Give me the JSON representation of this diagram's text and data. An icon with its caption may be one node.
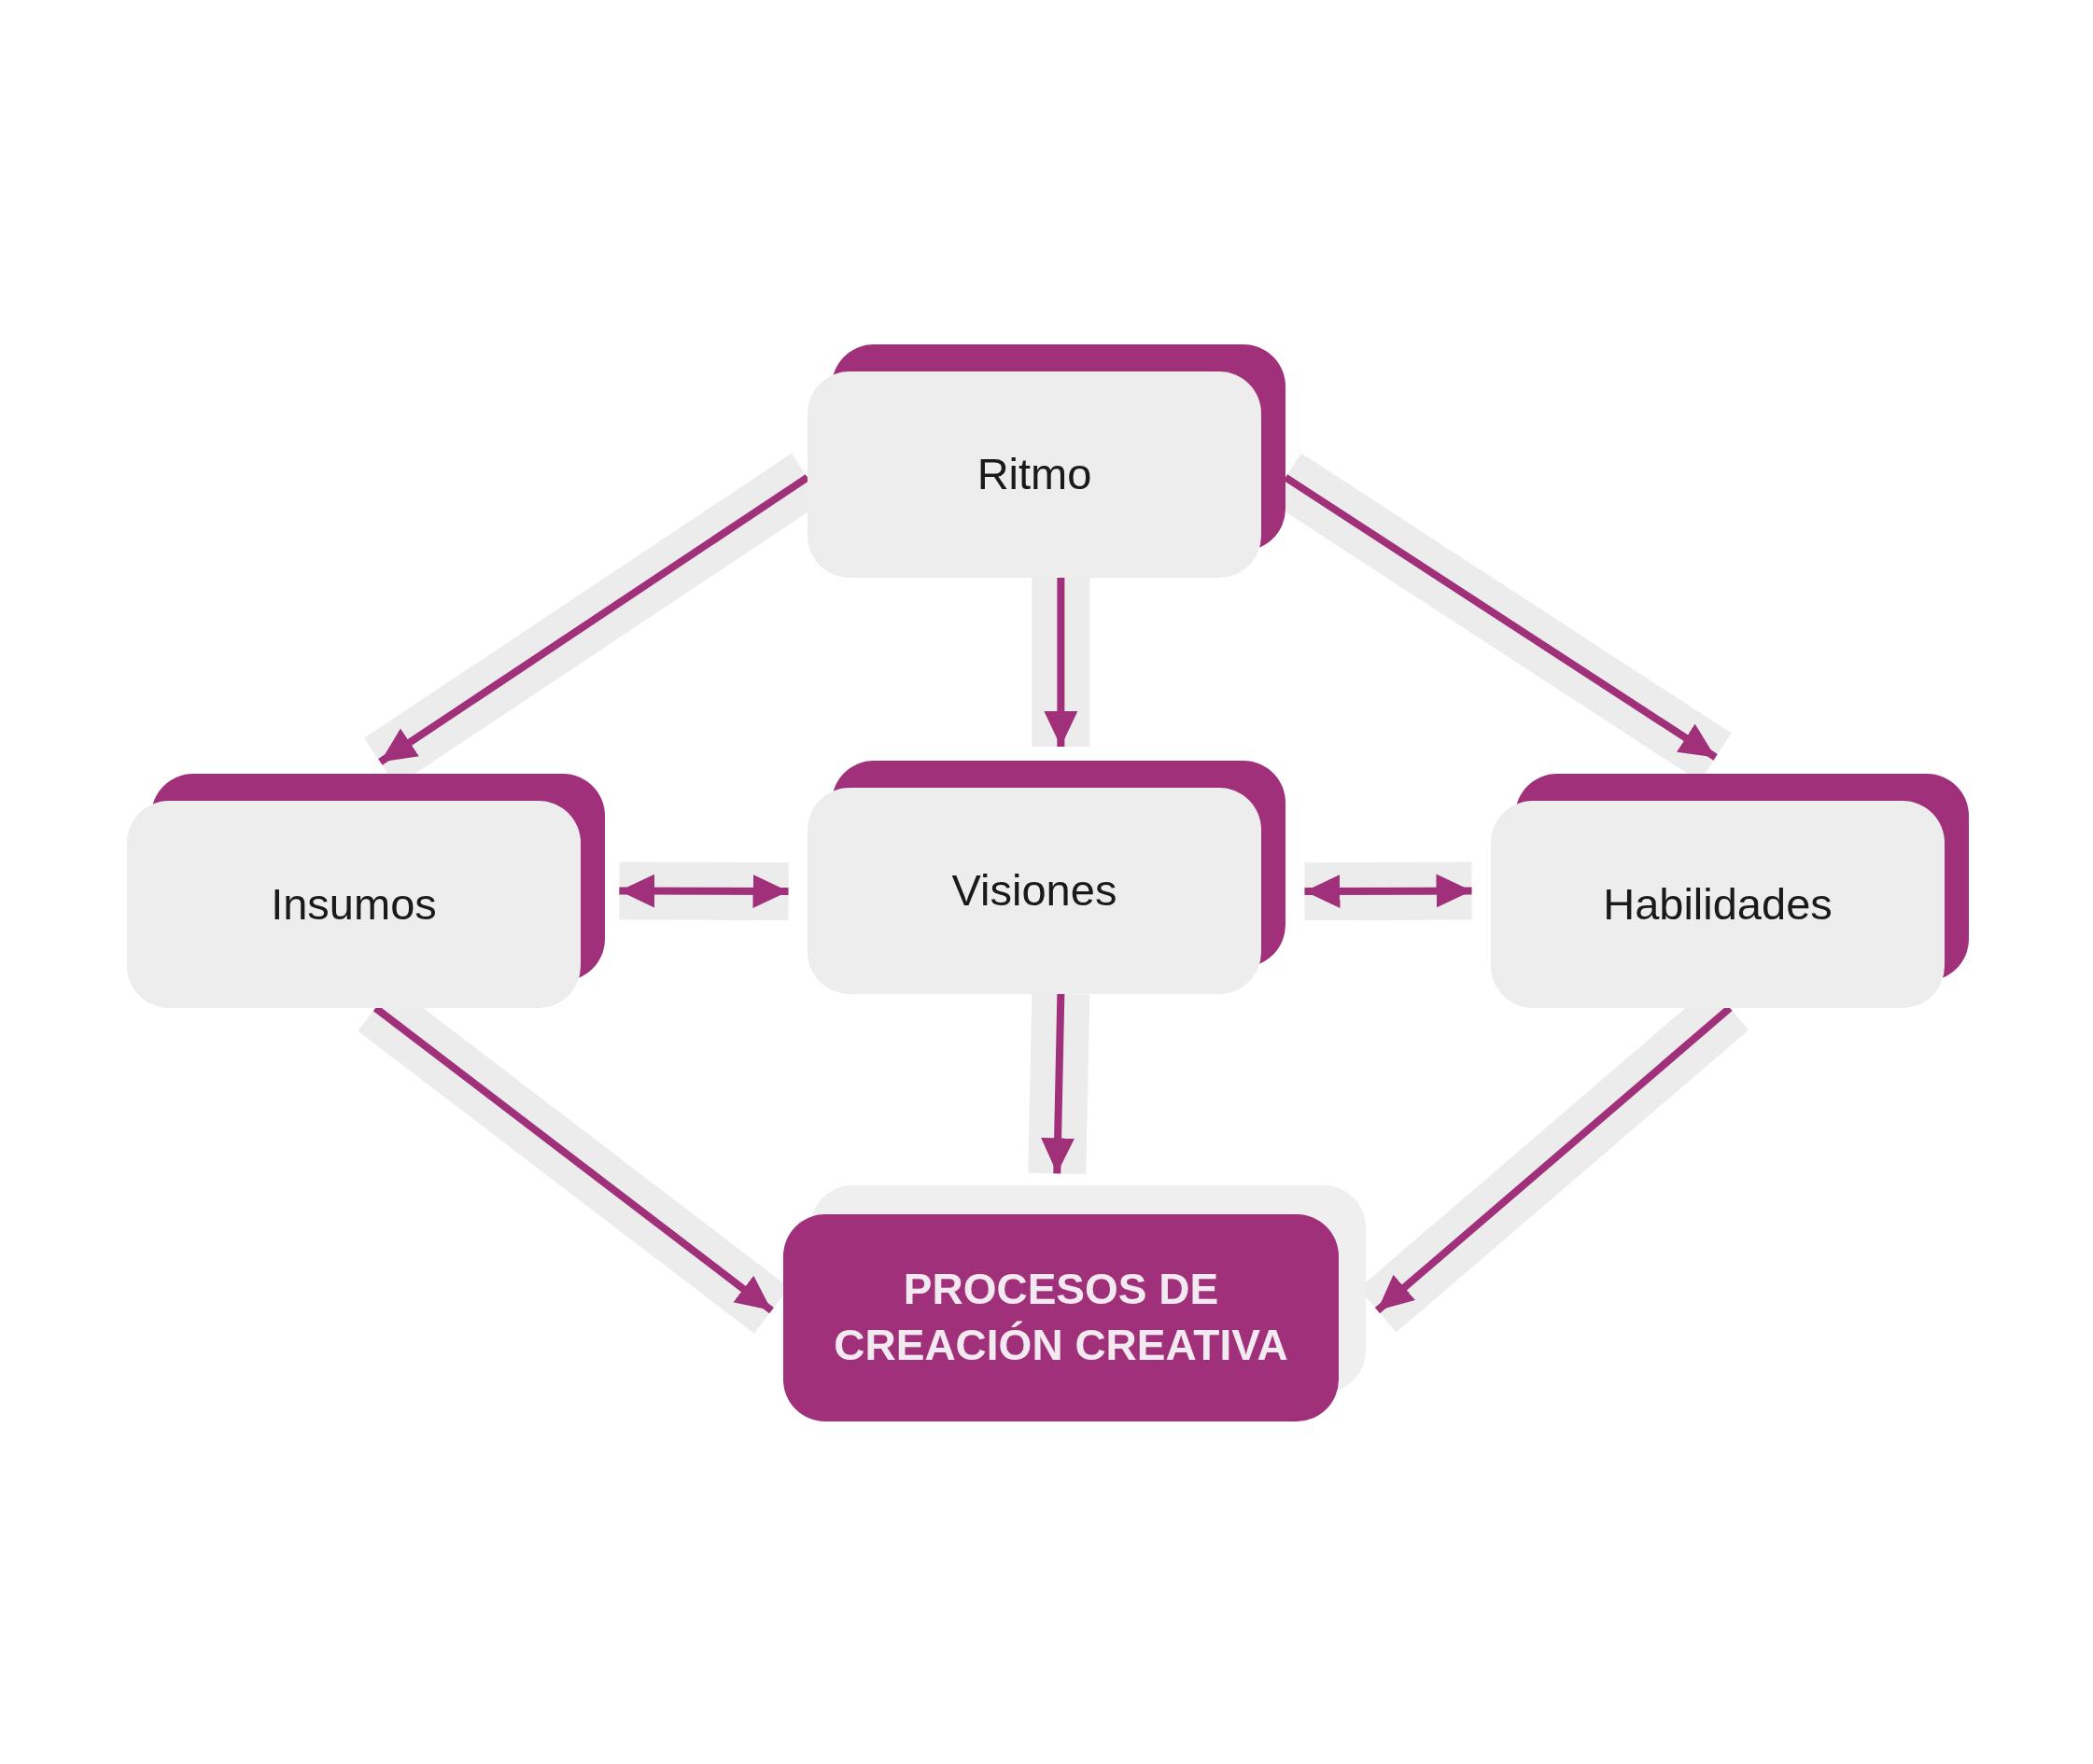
{
  "diagram": {
    "nodes": [
      {
        "text": [
          "Ritmo"
        ]
      },
      {
        "text": [
          "Insumos"
        ]
      },
      {
        "text": [
          "Visiones"
        ]
      },
      {
        "text": [
          "Habilidades"
        ]
      },
      {
        "text": [
          "PROCESOS DE CREACIÓN CREATIVA"
        ]
      }
    ],
    "edges": [
      {
        "from": 0,
        "to": 1,
        "arrow": "to"
      },
      {
        "from": 0,
        "to": 2,
        "arrow": "to"
      },
      {
        "from": 0,
        "to": 3,
        "arrow": "to"
      },
      {
        "from": 1,
        "to": 2,
        "arrow": "both"
      },
      {
        "from": 2,
        "to": 3,
        "arrow": "both"
      },
      {
        "from": 1,
        "to": 4,
        "arrow": "to"
      },
      {
        "from": 2,
        "to": 4,
        "arrow": "to"
      },
      {
        "from": 3,
        "to": 4,
        "arrow": "to"
      }
    ]
  }
}
